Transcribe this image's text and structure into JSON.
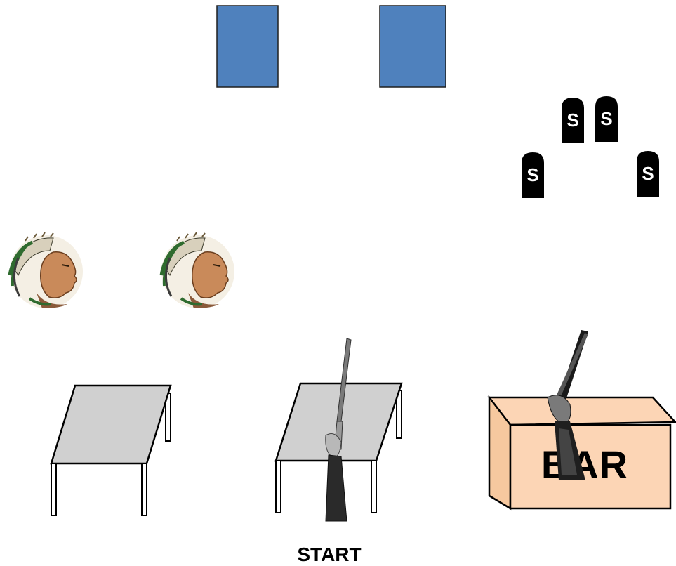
{
  "colors": {
    "background": "#ffffff",
    "card_blue": "#4f81bd",
    "card_border": "#1f1f1f",
    "table_top": "#d0d0d0",
    "box_fill": "#fcd5b5",
    "tombstone": "#000000",
    "tombstone_letter": "#ffffff"
  },
  "cards": [
    {
      "name": "card-left",
      "color": "blue"
    },
    {
      "name": "card-right",
      "color": "blue"
    }
  ],
  "tombstones": [
    {
      "letter": "S"
    },
    {
      "letter": "S"
    },
    {
      "letter": "S"
    },
    {
      "letter": "S"
    }
  ],
  "characters": [
    {
      "icon": "chief-portrait-icon"
    },
    {
      "icon": "chief-portrait-icon"
    }
  ],
  "tables": [
    {
      "item": null
    },
    {
      "item": "rifle-icon"
    }
  ],
  "box": {
    "label": "BAR",
    "item": "shotgun-icon"
  },
  "start_label": "START"
}
